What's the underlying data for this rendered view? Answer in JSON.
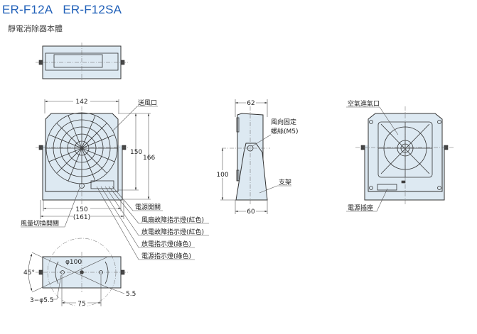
{
  "title": {
    "model1": "ER-F12A",
    "model2": "ER-F12SA"
  },
  "subtitle": "靜電消除器本體",
  "front_view": {
    "dim_width": "142",
    "dim_height_inner": "150",
    "dim_height_total": "166",
    "dim_base": "150",
    "dim_base_total": "(161)",
    "labels": {
      "outlet": "送風口",
      "power_switch": "電源開關",
      "fan_fault_led": "風扇故障指示燈(紅色)",
      "discharge_fault_led": "放電故障指示燈(紅色)",
      "discharge_led": "放電指示燈(綠色)",
      "power_led": "電源指示燈(綠色)",
      "airflow_switch": "風量切換開關"
    }
  },
  "side_view": {
    "dim_depth": "62",
    "dim_height": "100",
    "dim_base": "60",
    "labels": {
      "screw_line1": "風向固定",
      "screw_line2": "螺絲(M5)",
      "bracket": "支架"
    }
  },
  "back_view": {
    "labels": {
      "inlet": "空氣進氣口",
      "power_socket": "電源插座"
    }
  },
  "bottom_view": {
    "angle": "45°",
    "diameter": "φ100",
    "holes": "3−φ5.5",
    "pitch": "75",
    "slot": "5.5"
  }
}
